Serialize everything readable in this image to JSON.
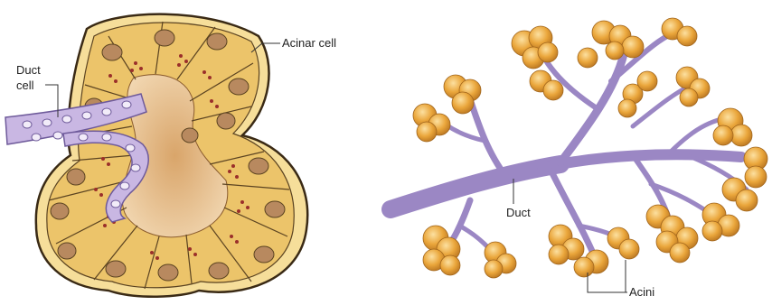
{
  "left_panel": {
    "labels": {
      "duct_cell_line1": "Duct",
      "duct_cell_line2": "cell",
      "acinar_cell": "Acinar cell"
    }
  },
  "right_panel": {
    "labels": {
      "duct": "Duct",
      "acini": "Acini"
    }
  },
  "colors": {
    "acinus_outline": "#3a2a15",
    "acinus_fill": "#ecc46a",
    "lumen": "#e9c79a",
    "nucleus": "#b8895f",
    "granule": "#9a2f2a",
    "duct": "#9b87c4",
    "duct_dark": "#6e5a9a",
    "acini_cluster": "#e9a93b"
  }
}
